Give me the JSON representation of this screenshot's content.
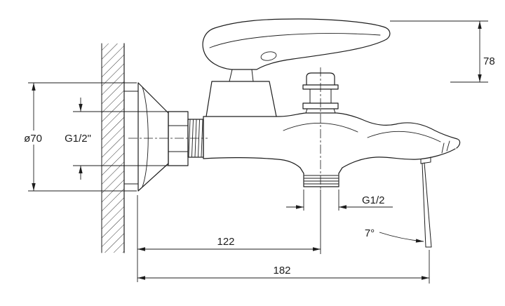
{
  "drawing": {
    "background": "#ffffff",
    "line_color": "#1d1d1d",
    "labels": {
      "flange_diameter": "ø70",
      "inlet_thread": "G1/2\"",
      "height_78": "78",
      "outlet_thread": "G1/2",
      "wall_to_outlet": "122",
      "overall_reach": "182",
      "stream_angle": "7°"
    }
  }
}
